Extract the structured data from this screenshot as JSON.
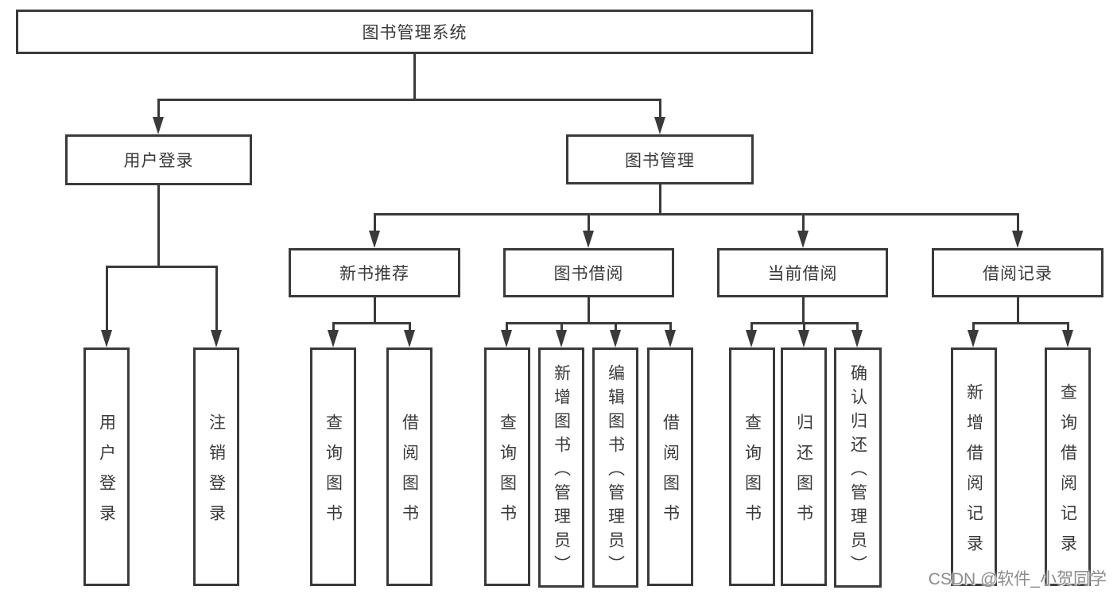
{
  "diagram": {
    "type": "hierarchy-flowchart",
    "line_color": "#3a3a3a",
    "box_background": "#ffffff",
    "text_color": "#3a3a3a"
  },
  "tree": {
    "root": {
      "label": "图书管理系统"
    },
    "branches": [
      {
        "label": "用户登录",
        "children": [
          {
            "label": "用户登录"
          },
          {
            "label": "注销登录"
          }
        ]
      },
      {
        "label": "图书管理",
        "children": [
          {
            "label": "新书推荐",
            "children": [
              {
                "label": "查询图书"
              },
              {
                "label": "借阅图书"
              }
            ]
          },
          {
            "label": "图书借阅",
            "children": [
              {
                "label": "查询图书"
              },
              {
                "label": "新增图书（管理员）"
              },
              {
                "label": "编辑图书（管理员）"
              },
              {
                "label": "借阅图书"
              }
            ]
          },
          {
            "label": "当前借阅",
            "children": [
              {
                "label": "查询图书"
              },
              {
                "label": "归还图书"
              },
              {
                "label": "确认归还（管理员）"
              }
            ]
          },
          {
            "label": "借阅记录",
            "children": [
              {
                "label": "新增借阅记录"
              },
              {
                "label": "查询借阅记录"
              }
            ]
          }
        ]
      }
    ]
  },
  "watermark": {
    "text": "CSDN @软件_小贺同学",
    "color": "#8d8d8d"
  }
}
